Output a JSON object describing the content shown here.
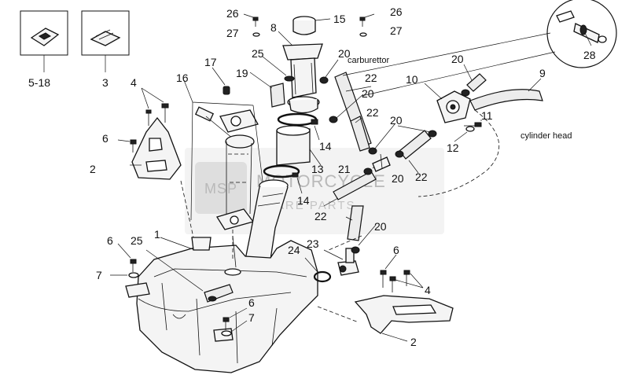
{
  "callouts": {
    "c5_18": "5-18",
    "c3": "3",
    "c26a": "26",
    "c27a": "27",
    "c8": "8",
    "c15": "15",
    "c26b": "26",
    "c27b": "27",
    "c25a": "25",
    "c17": "17",
    "c19": "19",
    "c20a": "20",
    "c20b": "20",
    "c20c": "20",
    "c20d": "20",
    "c20e": "20",
    "c20f": "20",
    "c22a": "22",
    "c22b": "22",
    "c22c": "22",
    "c22d": "22",
    "c10": "10",
    "c9": "9",
    "c11": "11",
    "c12": "12",
    "c28": "28",
    "c4a": "4",
    "c4b": "4",
    "c16": "16",
    "c6a": "6",
    "c6b": "6",
    "c6c": "6",
    "c6d": "6",
    "c2a": "2",
    "c2b": "2",
    "c14a": "14",
    "c14b": "14",
    "c13": "13",
    "c21": "21",
    "c1": "1",
    "c25b": "25",
    "c7a": "7",
    "c7b": "7",
    "c23": "23",
    "c24": "24"
  },
  "labels": {
    "carburettor": "carburettor",
    "cylinder_head": "cylinder head"
  },
  "watermark": {
    "brand": "MOTORCYCLE",
    "sub": "SPARE PARTS",
    "logo": "MSP"
  }
}
